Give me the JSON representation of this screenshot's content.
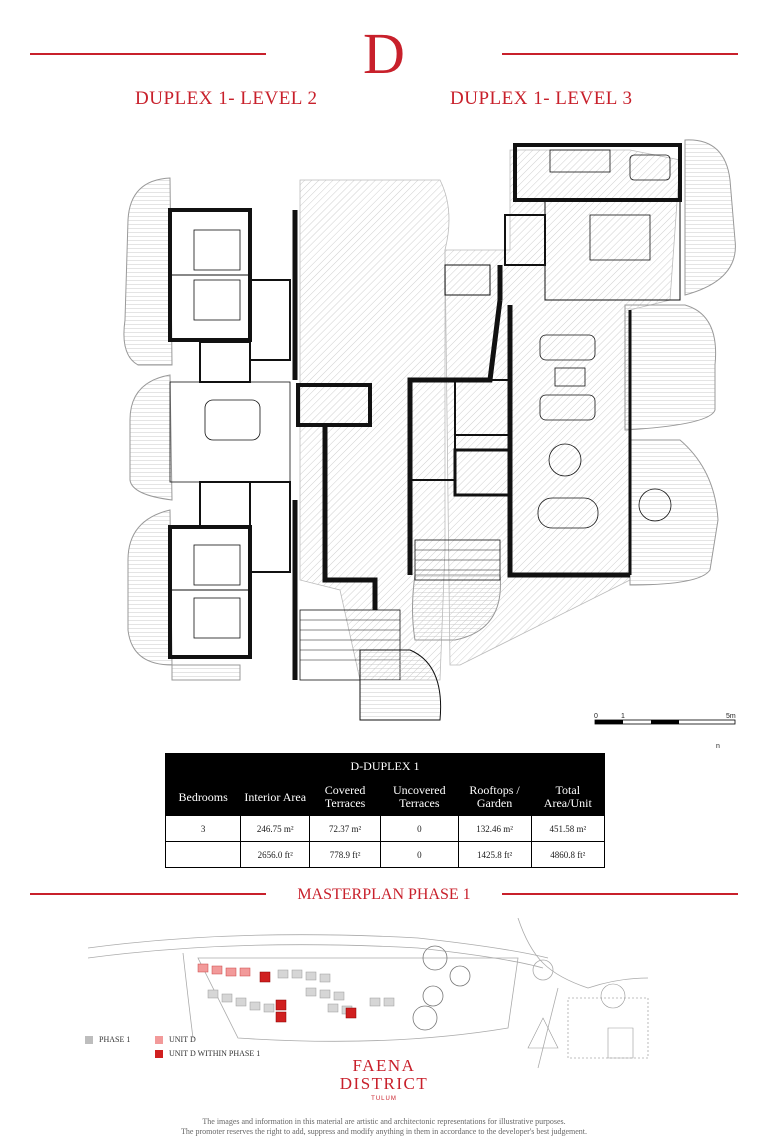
{
  "unit_letter": "D",
  "levels": {
    "left_title": "DUPLEX 1- LEVEL 2",
    "right_title": "DUPLEX 1- LEVEL 3"
  },
  "scale": {
    "zero": "0",
    "one": "1",
    "five": "5m",
    "north": "n"
  },
  "area_table": {
    "caption": "D-DUPLEX 1",
    "headers": [
      "Bedrooms",
      "Interior Area",
      "Covered Terraces",
      "Uncovered Terraces",
      "Rooftops / Garden",
      "Total Area/Unit"
    ],
    "rows": [
      [
        "3",
        "246.75 m²",
        "72.37 m²",
        "0",
        "132.46 m²",
        "451.58 m²"
      ],
      [
        "",
        "2656.0 ft²",
        "778.9 ft²",
        "0",
        "1425.8 ft²",
        "4860.8 ft²"
      ]
    ]
  },
  "masterplan": {
    "title": "MASTERPLAN PHASE 1",
    "legend": [
      {
        "label": "PHASE 1",
        "color": "#bdbdbd"
      },
      {
        "label": "UNIT D",
        "color": "#f29a9a"
      },
      {
        "label": "UNIT D WITHIN PHASE 1",
        "color": "#d01f1f"
      }
    ]
  },
  "brand": {
    "line1": "FAENA",
    "line2": "DISTRICT",
    "line3": "TULUM"
  },
  "disclaimer": {
    "line1": "The images and information in this material are artistic and architectonic representations for illustrative purposes.",
    "line2": "The promoter reserves the right to add, suppress and modify anything in them in accordance to the developer's best judgement."
  },
  "colors": {
    "accent": "#c8202b",
    "table_header": "#000000"
  }
}
